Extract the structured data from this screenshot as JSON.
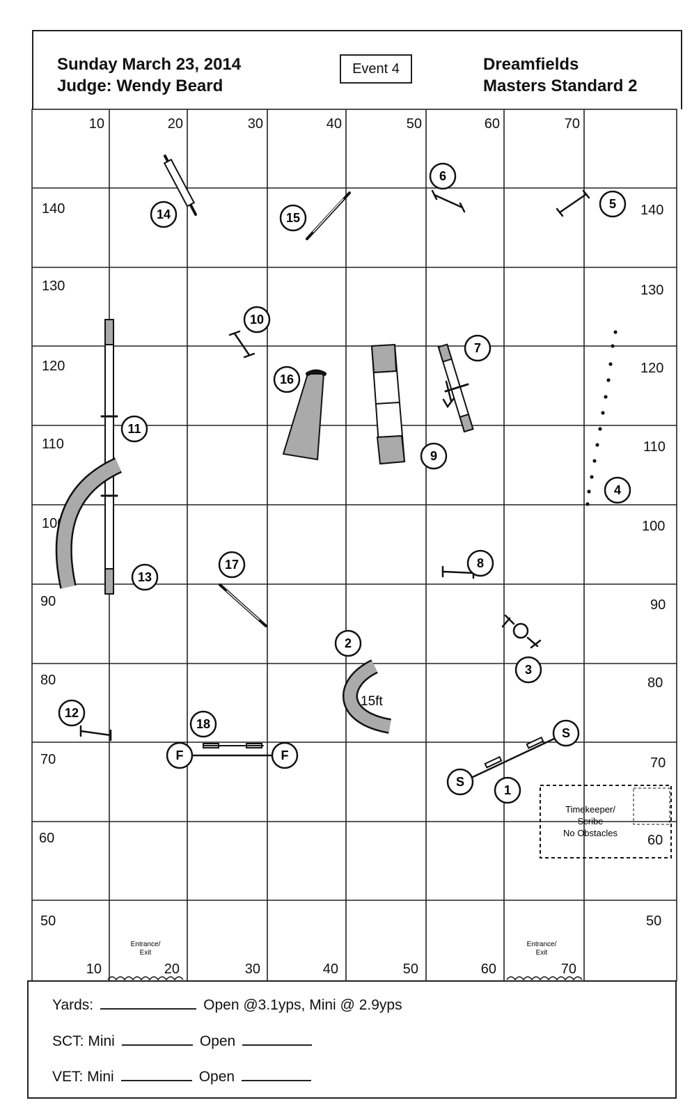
{
  "header": {
    "date": "Sunday March 23, 2014",
    "judge": "Judge: Wendy Beard",
    "event": "Event 4",
    "venue": "Dreamfields",
    "class_name": "Masters Standard 2"
  },
  "grid": {
    "top_labels": [
      "10",
      "20",
      "30",
      "40",
      "50",
      "60",
      "70"
    ],
    "bottom_labels": [
      "10",
      "20",
      "30",
      "40",
      "50",
      "60",
      "70"
    ],
    "left_labels": [
      "140",
      "130",
      "120",
      "110",
      "100",
      "90",
      "80",
      "70",
      "60",
      "50"
    ],
    "right_labels": [
      "140",
      "130",
      "120",
      "110",
      "100",
      "90",
      "80",
      "70",
      "60",
      "50"
    ]
  },
  "obstacles": {
    "numbers": [
      "1",
      "2",
      "3",
      "4",
      "5",
      "6",
      "7",
      "8",
      "9",
      "10",
      "11",
      "12",
      "13",
      "14",
      "15",
      "16",
      "17",
      "18"
    ],
    "start_marker": "S",
    "finish_marker": "F",
    "tunnel_length": "15ft"
  },
  "zones": {
    "timekeeper": [
      "Timekeeper/",
      "Scribe",
      "No Obstacles"
    ],
    "entrance": [
      "Entrance/",
      "Exit"
    ]
  },
  "footer": {
    "yards_label": "Yards:",
    "speeds": "Open @3.1yps, Mini @ 2.9yps",
    "sct_label": "SCT: Mini",
    "vet_label": "VET: Mini",
    "open_label": "Open"
  }
}
